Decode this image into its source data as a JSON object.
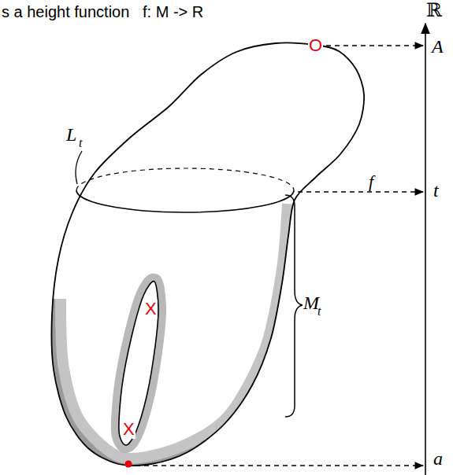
{
  "diagram": {
    "title": "s a height function   f: M -> R",
    "labels": [
      "O",
      "ℝ",
      "A",
      "L",
      "t",
      "f",
      "t",
      "X",
      "M",
      "t",
      "X",
      "a"
    ]
  }
}
